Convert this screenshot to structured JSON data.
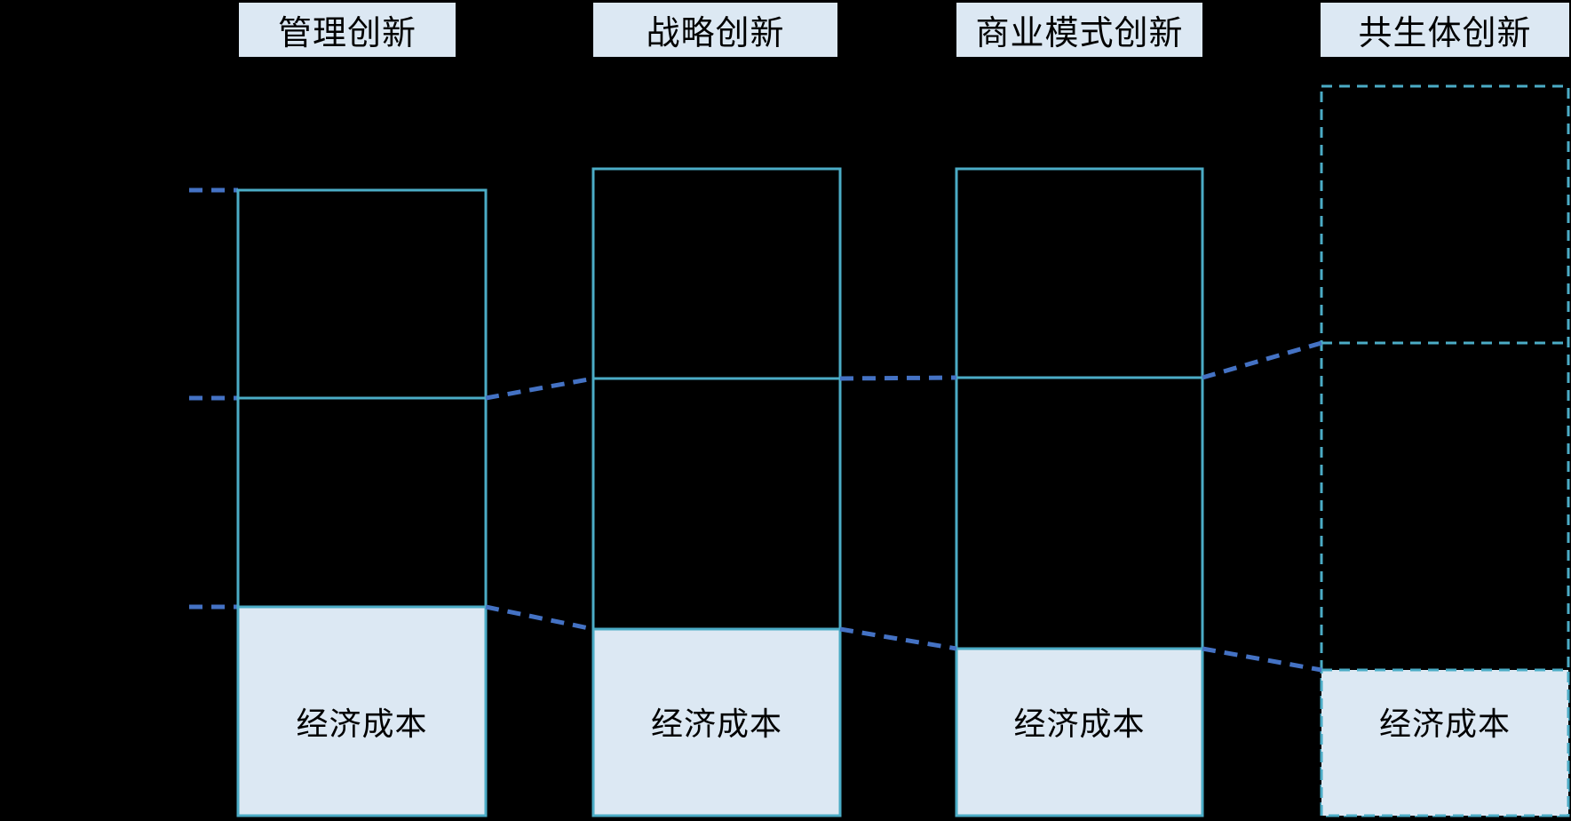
{
  "diagram": {
    "background": "#000000",
    "description_labels": {
      "econ_label": "经济成本"
    }
  },
  "colors": {
    "box_border_teal": "#4BACC6",
    "light_blue_fill": "#DCE8F3",
    "dashed_connector_blue": "#4472C4",
    "text_black": "#000000"
  },
  "columns": [
    {
      "header": "管理创新",
      "econ_label": "经济成本"
    },
    {
      "header": "战略创新",
      "econ_label": "经济成本"
    },
    {
      "header": "商业模式创新",
      "econ_label": "经济成本"
    },
    {
      "header": "共生体创新",
      "econ_label": "经济成本"
    }
  ]
}
